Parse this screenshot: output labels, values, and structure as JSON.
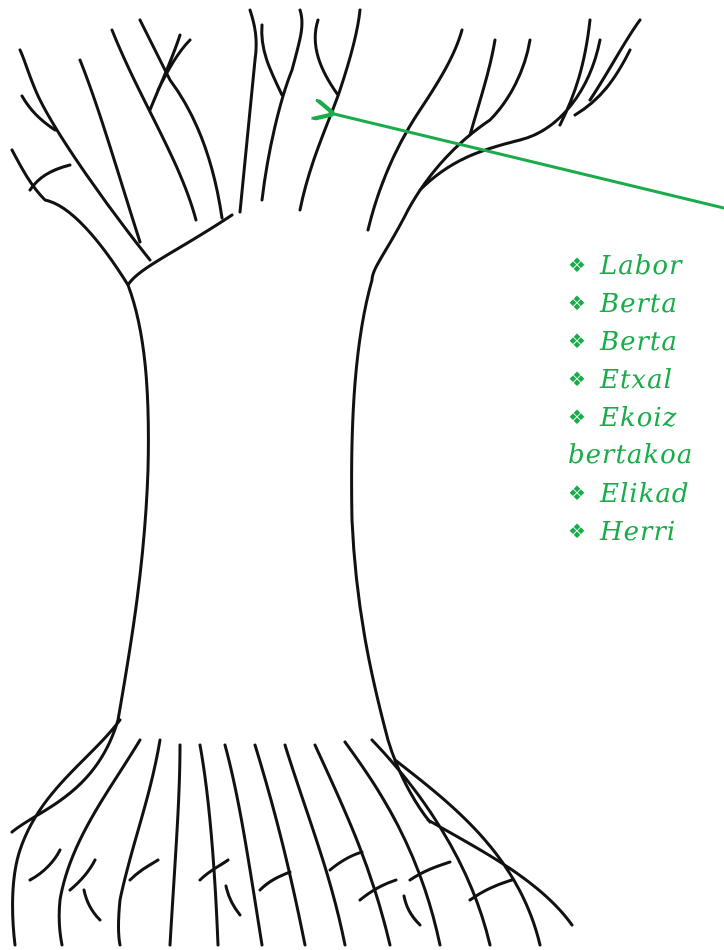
{
  "colors": {
    "ink": "#111111",
    "annotation": "#1aab4a",
    "background": "#ffffff"
  },
  "icons": {
    "bullet": "diamond-bullet-icon"
  },
  "annotation": {
    "lines": [
      {
        "bullet": "❖",
        "text": "Labor"
      },
      {
        "bullet": "❖",
        "text": "Berta"
      },
      {
        "bullet": "❖",
        "text": "Berta"
      },
      {
        "bullet": "❖",
        "text": "Etxal"
      },
      {
        "bullet": "❖",
        "text": "Ekoiz"
      },
      {
        "bullet": "",
        "text": "bertakoa"
      },
      {
        "bullet": "❖",
        "text": "Elikad"
      },
      {
        "bullet": "❖",
        "text": "Herri"
      }
    ]
  }
}
